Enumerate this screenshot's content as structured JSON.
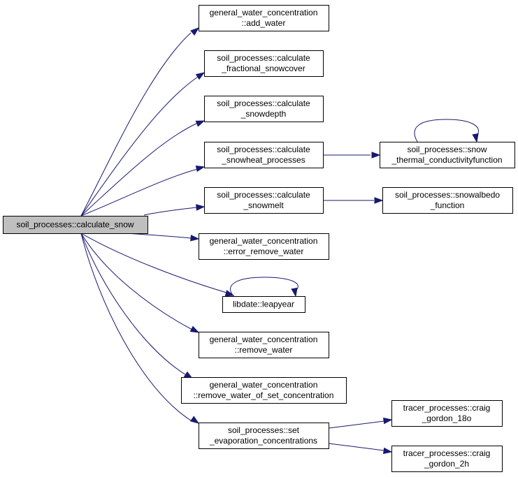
{
  "diagram": {
    "edge_color": "#191970",
    "root_fill": "#bfbfbf",
    "nodes": [
      {
        "id": "root",
        "lines": [
          "soil_processes::calculate_snow"
        ]
      },
      {
        "id": "add_water",
        "lines": [
          "general_water_concentration",
          "::add_water"
        ]
      },
      {
        "id": "frac_snowcover",
        "lines": [
          "soil_processes::calculate",
          "_fractional_snowcover"
        ]
      },
      {
        "id": "snowdepth",
        "lines": [
          "soil_processes::calculate",
          "_snowdepth"
        ]
      },
      {
        "id": "snowheat",
        "lines": [
          "soil_processes::calculate",
          "_snowheat_processes"
        ]
      },
      {
        "id": "snow_thermal",
        "lines": [
          "soil_processes::snow",
          "_thermal_conductivityfunction"
        ]
      },
      {
        "id": "snowmelt",
        "lines": [
          "soil_processes::calculate",
          "_snowmelt"
        ]
      },
      {
        "id": "snowalbedo",
        "lines": [
          "soil_processes::snowalbedo",
          "_function"
        ]
      },
      {
        "id": "error_remove",
        "lines": [
          "general_water_concentration",
          "::error_remove_water"
        ]
      },
      {
        "id": "leapyear",
        "lines": [
          "libdate::leapyear"
        ]
      },
      {
        "id": "remove_water",
        "lines": [
          "general_water_concentration",
          "::remove_water"
        ]
      },
      {
        "id": "remove_set",
        "lines": [
          "general_water_concentration",
          "::remove_water_of_set_concentration"
        ]
      },
      {
        "id": "set_evap",
        "lines": [
          "soil_processes::set",
          "_evaporation_concentrations"
        ]
      },
      {
        "id": "craig18o",
        "lines": [
          "tracer_processes::craig",
          "_gordon_18o"
        ]
      },
      {
        "id": "craig2h",
        "lines": [
          "tracer_processes::craig",
          "_gordon_2h"
        ]
      }
    ],
    "edges": [
      {
        "from": "root",
        "to": "add_water"
      },
      {
        "from": "root",
        "to": "frac_snowcover"
      },
      {
        "from": "root",
        "to": "snowdepth"
      },
      {
        "from": "root",
        "to": "snowheat"
      },
      {
        "from": "root",
        "to": "snowmelt"
      },
      {
        "from": "root",
        "to": "error_remove"
      },
      {
        "from": "root",
        "to": "leapyear"
      },
      {
        "from": "root",
        "to": "remove_water"
      },
      {
        "from": "root",
        "to": "remove_set"
      },
      {
        "from": "root",
        "to": "set_evap"
      },
      {
        "from": "snowheat",
        "to": "snow_thermal"
      },
      {
        "from": "snowmelt",
        "to": "snowalbedo"
      },
      {
        "from": "set_evap",
        "to": "craig18o"
      },
      {
        "from": "set_evap",
        "to": "craig2h"
      },
      {
        "from": "snow_thermal",
        "to": "snow_thermal"
      },
      {
        "from": "leapyear",
        "to": "leapyear"
      }
    ]
  }
}
